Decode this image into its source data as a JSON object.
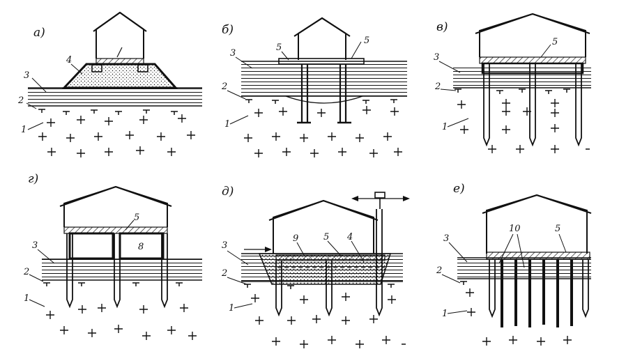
{
  "panels": [
    {
      "letter": "а)",
      "labels": [
        "1",
        "2",
        "3",
        "4"
      ]
    },
    {
      "letter": "б)",
      "labels": [
        "1",
        "2",
        "3",
        "5",
        "5"
      ]
    },
    {
      "letter": "в)",
      "labels": [
        "1",
        "2",
        "3",
        "5"
      ]
    },
    {
      "letter": "г)",
      "labels": [
        "1",
        "2",
        "3",
        "5",
        "8"
      ]
    },
    {
      "letter": "д)",
      "labels": [
        "1",
        "2",
        "3",
        "9",
        "5",
        "4"
      ]
    },
    {
      "letter": "е)",
      "labels": [
        "1",
        "2",
        "3",
        "10",
        "5"
      ]
    }
  ],
  "colors": {
    "ink": "#111111",
    "background": "#ffffff"
  }
}
